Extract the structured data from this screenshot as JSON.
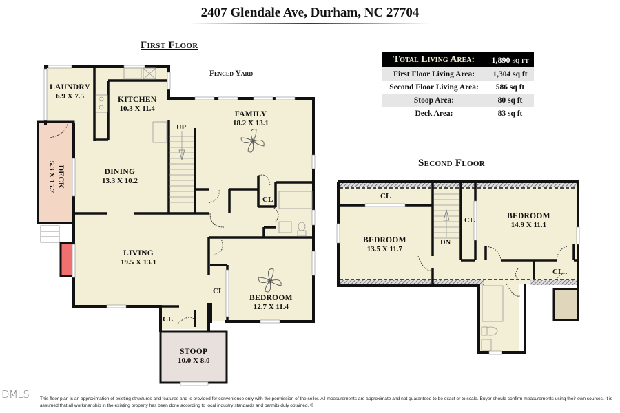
{
  "header": {
    "address": "2407 Glendale Ave, Durham, NC 27704"
  },
  "summary": {
    "rows": [
      {
        "label": "Total Living Area:",
        "value": "1,890 sq ft"
      },
      {
        "label": "First Floor Living Area:",
        "value": "1,304 sq ft"
      },
      {
        "label": "Second Floor Living Area:",
        "value": "586 sq ft"
      },
      {
        "label": "Stoop Area:",
        "value": "80 sq ft"
      },
      {
        "label": "Deck Area:",
        "value": "83 sq ft"
      }
    ]
  },
  "first_floor": {
    "heading": "First Floor",
    "outdoor_label": "Fenced Yard",
    "stair_label": "UP",
    "rooms": [
      {
        "name": "LAUNDRY",
        "dims": "6.9 X 7.5"
      },
      {
        "name": "KITCHEN",
        "dims": "10.3 X 11.4"
      },
      {
        "name": "FAMILY",
        "dims": "18.2 X 13.1"
      },
      {
        "name": "DINING",
        "dims": "13.3 X 10.2"
      },
      {
        "name": "DECK",
        "dims": "5.3 X 15.7"
      },
      {
        "name": "LIVING",
        "dims": "19.5 X 13.1"
      },
      {
        "name": "BEDROOM",
        "dims": "12.7 X 11.4"
      },
      {
        "name": "STOOP",
        "dims": "10.0 X 8.0"
      }
    ],
    "closets": [
      "CL",
      "CL",
      "CL"
    ]
  },
  "second_floor": {
    "heading": "Second Floor",
    "stair_label": "DN",
    "rooms": [
      {
        "name": "BEDROOM",
        "dims": "13.5 X 11.7"
      },
      {
        "name": "BEDROOM",
        "dims": "14.9 X 11.1"
      }
    ],
    "closets": [
      "CL",
      "CL",
      "CL"
    ]
  },
  "footer": {
    "logo": "DMLS",
    "disclaimer": "This floor plan is an approximation of existing structures and features and is provided for convenience only with the permission of the seller.  All measurements are approximate and not guaranteed to be exact or to scale.  Buyer should confirm measurements using their own sources.  It is assumed that all workmanship in the existing property has been done according to local industry standards and permits duly obtained.    ©"
  },
  "colors": {
    "floor_fill": "#f2efd6",
    "deck_fill": "#f4d6c4",
    "stoop_fill": "#e8e0dc",
    "fireplace": "#f07070",
    "wall": "#111111",
    "unfinished": "#e0d6bc"
  }
}
